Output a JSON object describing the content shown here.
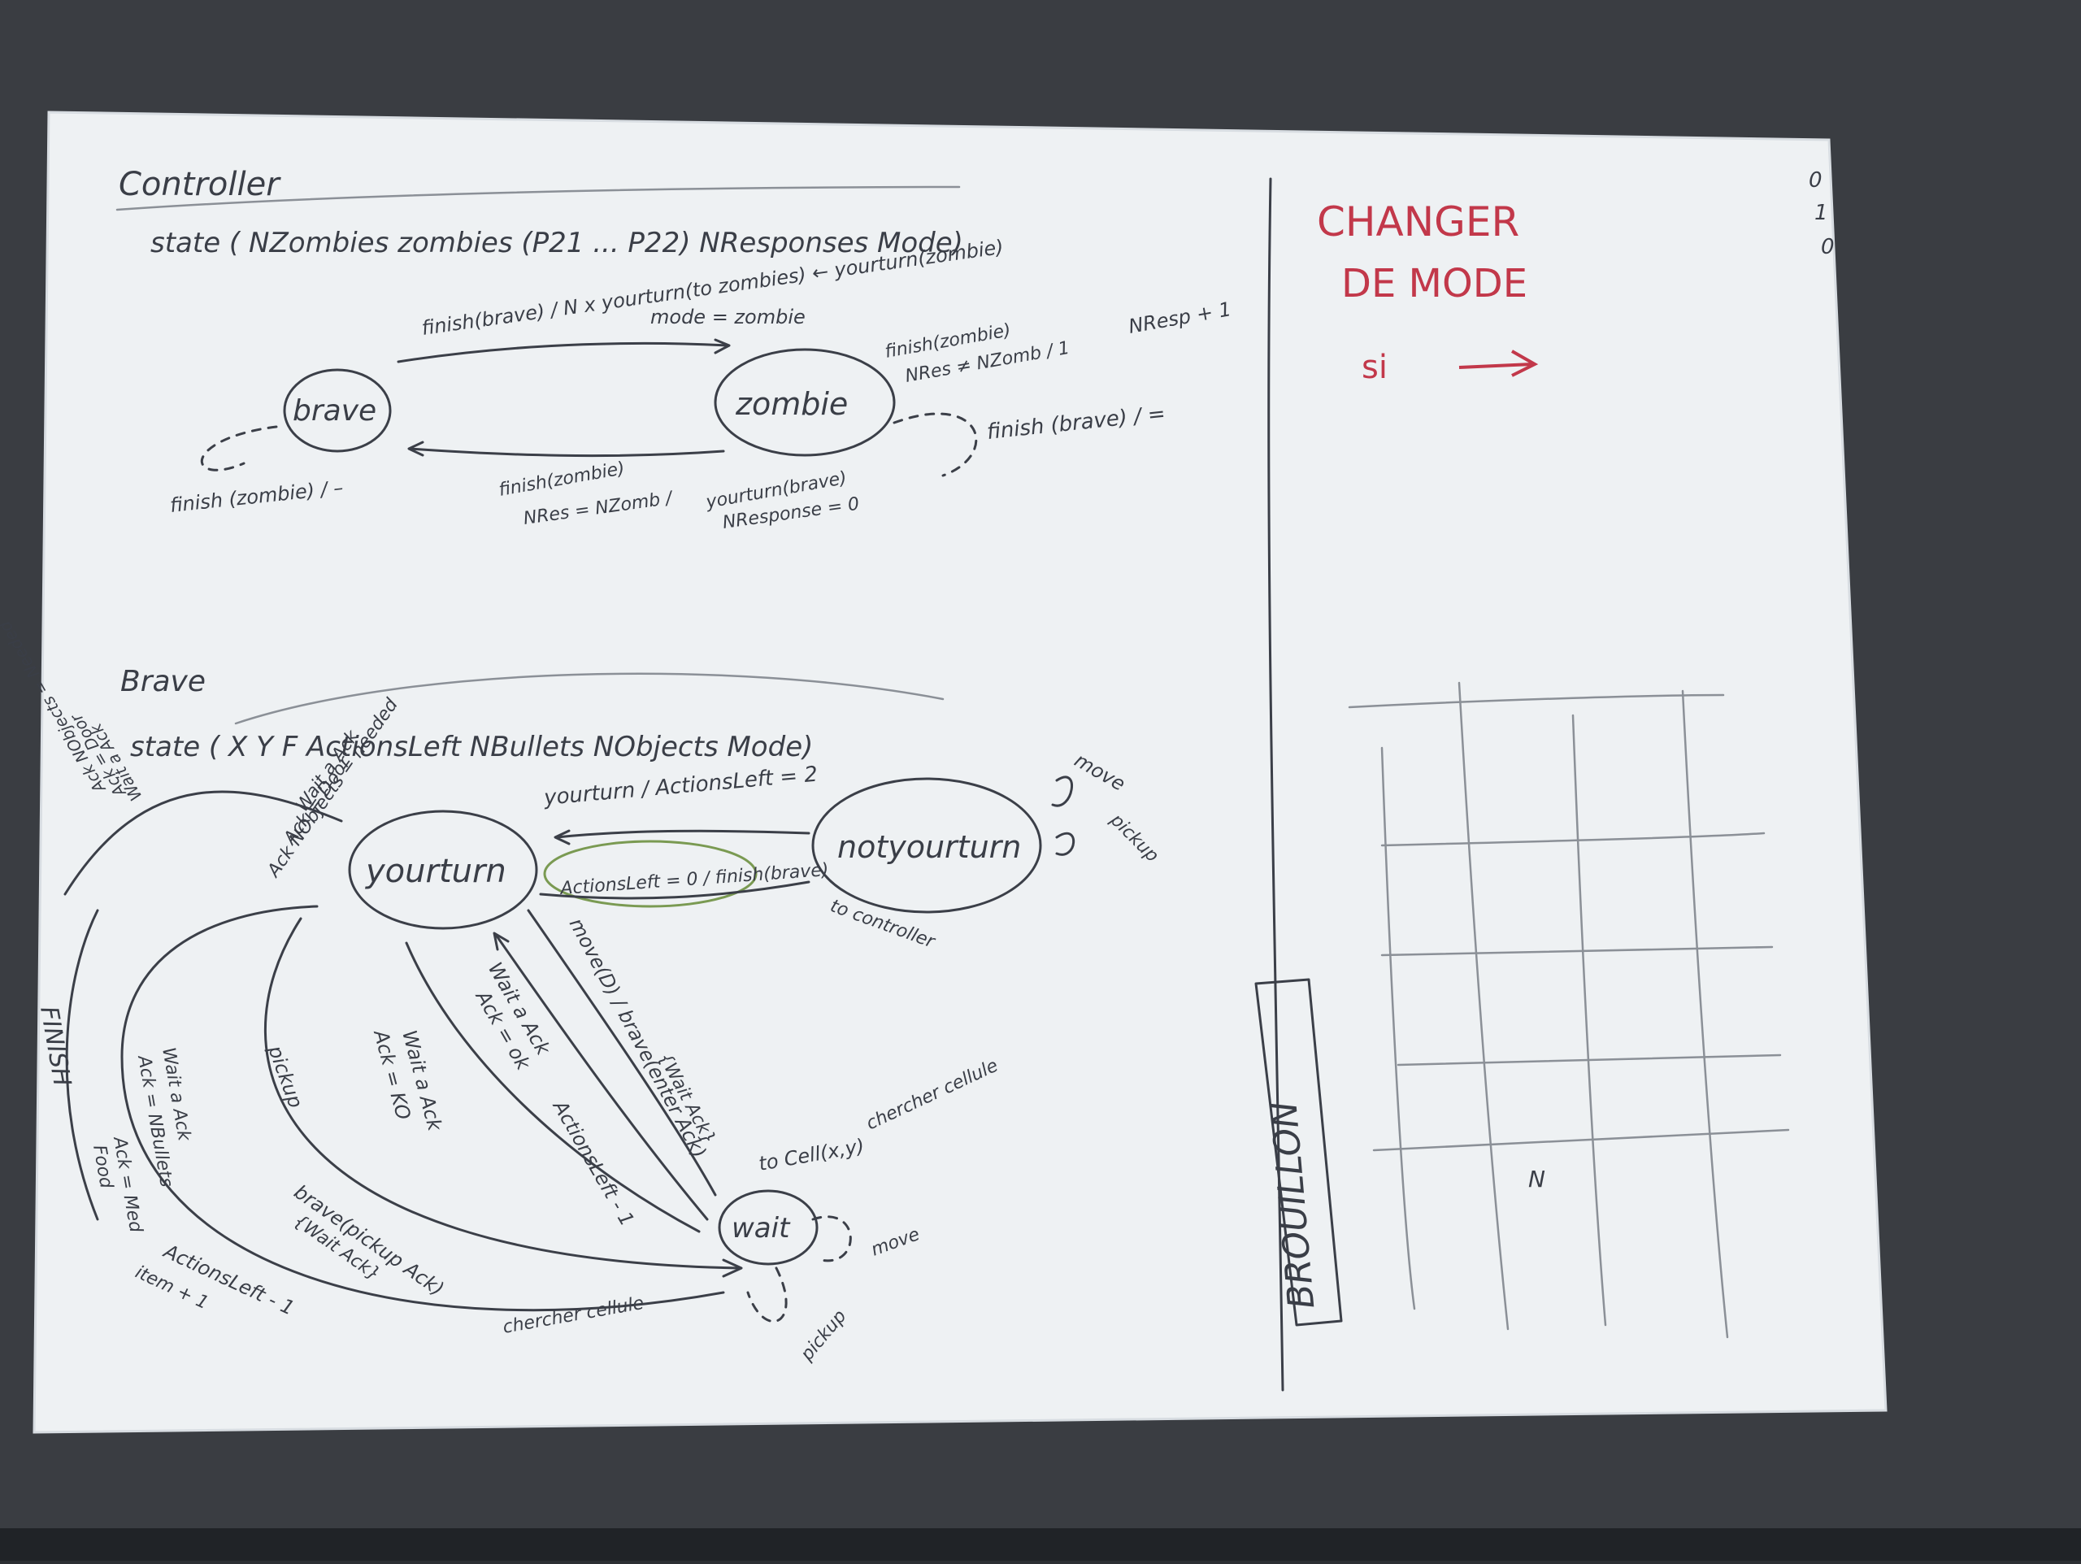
{
  "controller": {
    "title": "Controller",
    "state_line": "state ( NZombies  zombies (P21 ... P22)  NResponses  Mode)",
    "states": [
      "brave",
      "zombie"
    ],
    "transitions": [
      "finish(brave) / N x yourturn(to zombies) ← yourturn(zombie)",
      "mode = zombie",
      "finish(zombie)",
      "NRes ≠ NZomb / 1",
      "NResp + 1",
      "finish (brave) / =",
      "finish(zombie)",
      "NRes = NZomb /",
      "yourturn(brave)",
      "NResponse = 0",
      "finish (zombie) / –"
    ]
  },
  "brave": {
    "title": "Brave",
    "state_line": "state ( X Y F ActionsLeft NBullets NObjects Mode)",
    "states": [
      "yourturn",
      "notyourturn",
      "wait"
    ],
    "transitions": [
      "yourturn / ActionsLeft = 2",
      "ActionsLeft = 0 / finish(brave)",
      "to controller",
      "move",
      "pickup",
      "move(D) / brave(enter Ack)",
      "{Wait Ack}",
      "to Cell(x,y)",
      "chercher cellule",
      "Wait a Ack",
      "Ack = ok",
      "ActionsLeft - 1",
      "Wait a Ack",
      "Ack = KO",
      "pickup",
      "brave(pickup Ack)",
      "{Wait Ack}",
      "chercher cellule",
      "Wait a Ack",
      "Ack = NBullets",
      "Ack = Med",
      "Food",
      "ActionsLeft - 1",
      "item + 1",
      "FINISH",
      "Wait a Ack",
      "Ack = Door",
      "Ack NObjects = Needed",
      "Wait a Ack",
      "Ack = Door",
      "Ack NObjects = needed",
      "move",
      "pickup"
    ]
  },
  "side": {
    "headline_1": "CHANGER",
    "headline_2": "DE MODE",
    "condition": "si",
    "corner_marks": [
      "0",
      "1",
      "0"
    ],
    "draft_label": "BROUILLON",
    "grid_letter": "N"
  },
  "colors": {
    "paper": "#eef1f3",
    "ink": "#3b3f48",
    "pencil": "#8b9097",
    "red_marker": "#c2384a",
    "green_pencil": "#7a9a52"
  }
}
